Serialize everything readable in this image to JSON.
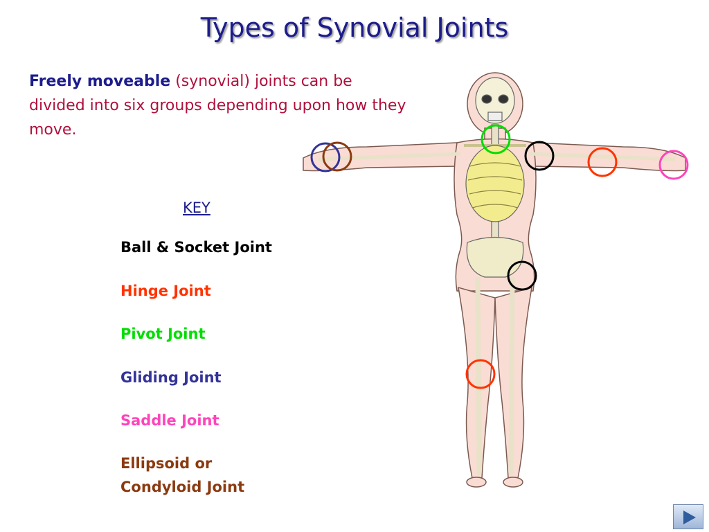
{
  "title": "Types of Synovial Joints",
  "intro": {
    "lead": "Freely moveable",
    "rest": " (synovial) joints can be divided into six groups depending upon how they move."
  },
  "key": {
    "title": "KEY",
    "items": [
      {
        "label": "Ball & Socket Joint",
        "color": "#000000"
      },
      {
        "label": "Hinge Joint",
        "color": "#ff3300"
      },
      {
        "label": "Pivot Joint",
        "color": "#00dd00"
      },
      {
        "label": "Gliding Joint",
        "color": "#333399"
      },
      {
        "label": "Saddle Joint",
        "color": "#ff44bb"
      },
      {
        "label": "Ellipsoid or Condyloid Joint",
        "color": "#8b3a10"
      }
    ]
  },
  "markers": [
    {
      "joint": "Pivot Joint",
      "location": "neck",
      "color": "#00dd00"
    },
    {
      "joint": "Ball & Socket Joint",
      "location": "shoulder",
      "color": "#000000"
    },
    {
      "joint": "Ball & Socket Joint",
      "location": "hip",
      "color": "#000000"
    },
    {
      "joint": "Hinge Joint",
      "location": "elbow",
      "color": "#ff3300"
    },
    {
      "joint": "Hinge Joint",
      "location": "knee",
      "color": "#ff3300"
    },
    {
      "joint": "Gliding Joint",
      "location": "wrist",
      "color": "#333399"
    },
    {
      "joint": "Ellipsoid or Condyloid Joint",
      "location": "wrist",
      "color": "#8b3a10"
    },
    {
      "joint": "Saddle Joint",
      "location": "thumb",
      "color": "#ff44bb"
    }
  ],
  "icons": {
    "next": "play-arrow-icon"
  }
}
